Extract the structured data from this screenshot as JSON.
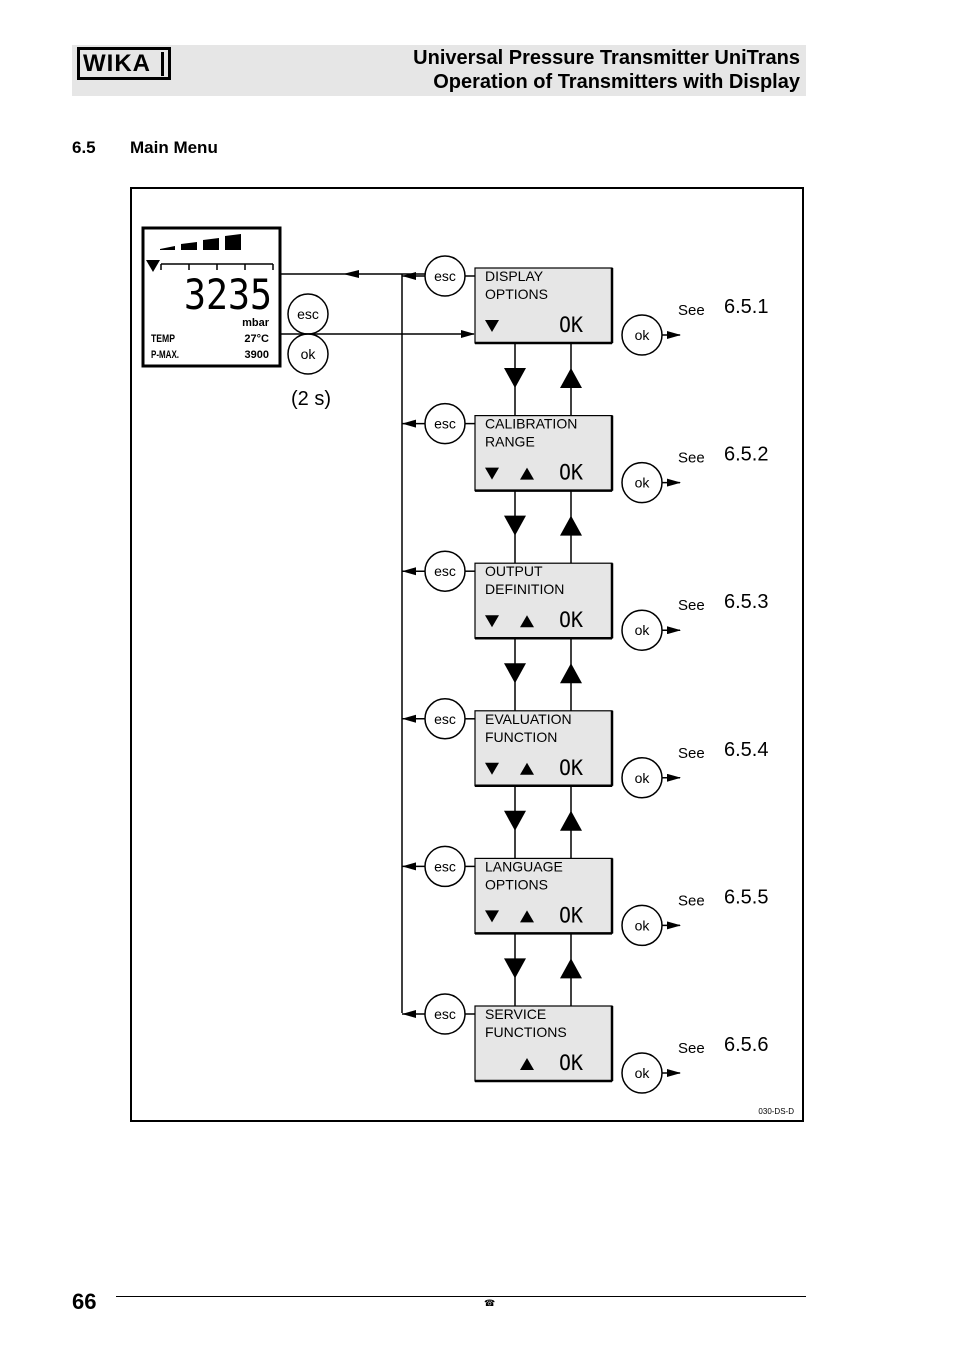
{
  "header": {
    "logo": "WIKA",
    "title_line1": "Universal Pressure Transmitter UniTrans",
    "title_line2": "Operation of Transmitters with Display"
  },
  "section": {
    "number": "6.5",
    "title": "Main Menu"
  },
  "display": {
    "value": "3235",
    "unit": "mbar",
    "rows": [
      {
        "label": "TEMP",
        "value": "27°C"
      },
      {
        "label": "P-MAX.",
        "value": "3900"
      }
    ]
  },
  "left_buttons": {
    "esc": "esc",
    "ok": "ok",
    "hold": "(2 s)"
  },
  "menu_items": [
    {
      "line1": "DISPLAY",
      "line2": "OPTIONS",
      "arrows": [
        "down"
      ],
      "ok": "OK",
      "see": "See",
      "ref": "6.5.1",
      "esc": "esc",
      "okbtn": "ok"
    },
    {
      "line1": "CALIBRATION",
      "line2": "RANGE",
      "arrows": [
        "down",
        "up"
      ],
      "ok": "OK",
      "see": "See",
      "ref": "6.5.2",
      "esc": "esc",
      "okbtn": "ok"
    },
    {
      "line1": "OUTPUT",
      "line2": "DEFINITION",
      "arrows": [
        "down",
        "up"
      ],
      "ok": "OK",
      "see": "See",
      "ref": "6.5.3",
      "esc": "esc",
      "okbtn": "ok"
    },
    {
      "line1": "EVALUATION",
      "line2": "FUNCTION",
      "arrows": [
        "down",
        "up"
      ],
      "ok": "OK",
      "see": "See",
      "ref": "6.5.4",
      "esc": "esc",
      "okbtn": "ok"
    },
    {
      "line1": "LANGUAGE",
      "line2": "OPTIONS",
      "arrows": [
        "down",
        "up"
      ],
      "ok": "OK",
      "see": "See",
      "ref": "6.5.5",
      "esc": "esc",
      "okbtn": "ok"
    },
    {
      "line1": "SERVICE",
      "line2": "FUNCTIONS",
      "arrows": [
        "up"
      ],
      "ok": "OK",
      "see": "See",
      "ref": "6.5.6",
      "esc": "esc",
      "okbtn": "ok"
    }
  ],
  "figure_code": "030-DS-D",
  "footer": {
    "page": "66",
    "icon": "phone-icon"
  }
}
